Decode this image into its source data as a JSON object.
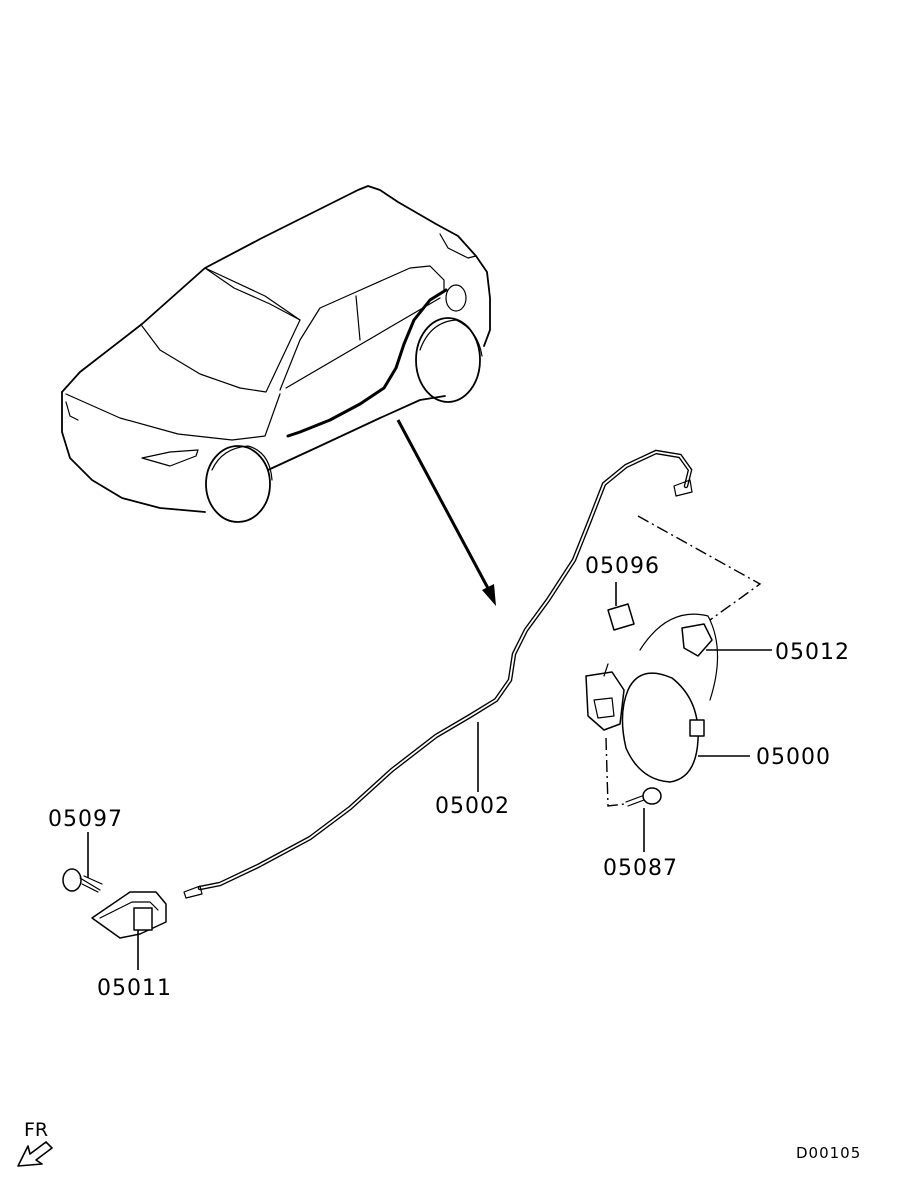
{
  "parts": {
    "p05096": "05096",
    "p05012": "05012",
    "p05000": "05000",
    "p05002": "05002",
    "p05087": "05087",
    "p05097": "05097",
    "p05011": "05011"
  },
  "orientation": {
    "label": "FR",
    "icon": "front-direction-arrow-icon"
  },
  "diagram_code": "D00105",
  "icons": {
    "vehicle": "suv-outline-icon",
    "pointer_arrow": "arrow-icon"
  }
}
